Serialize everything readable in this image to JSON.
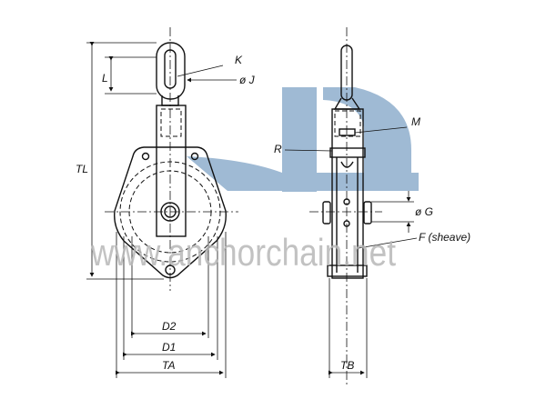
{
  "diagram": {
    "labels": {
      "K": "K",
      "J": "ø J",
      "L": "L",
      "TL": "TL",
      "R": "R",
      "M": "M",
      "G": "ø G",
      "F": "F (sheave)",
      "D2": "D2",
      "D1": "D1",
      "TA": "TA",
      "TB": "TB"
    },
    "watermark": {
      "text": "www.anchorchain.net",
      "color": "#7fa3c6"
    }
  }
}
